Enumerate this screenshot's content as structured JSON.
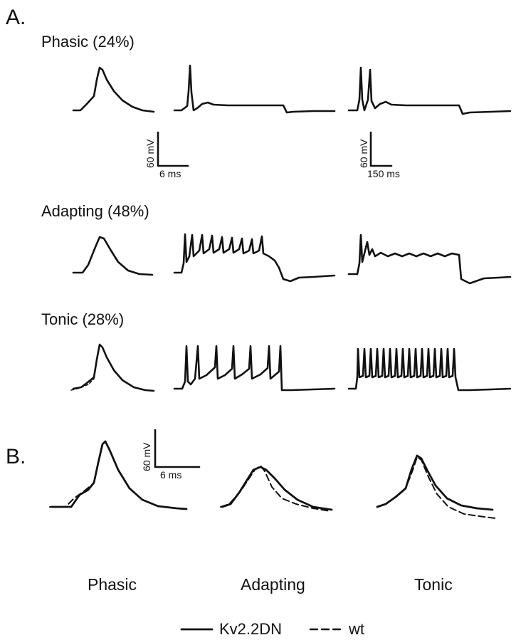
{
  "panels": {
    "a": "A.",
    "b": "B."
  },
  "groups": {
    "phasic": "Phasic (24%)",
    "adapting": "Adapting (48%)",
    "tonic": "Tonic (28%)"
  },
  "scale_bars": {
    "first": {
      "voltage": "60 mV",
      "time": "6 ms"
    },
    "second": {
      "voltage": "60 mV",
      "time": "150 ms"
    },
    "panel_b": {
      "voltage": "60 mV",
      "time": "6 ms"
    }
  },
  "panel_b_labels": {
    "phasic": "Phasic",
    "adapting": "Adapting",
    "tonic": "Tonic"
  },
  "legend": {
    "solid": "Kv2.2DN",
    "dashed": "wt"
  }
}
